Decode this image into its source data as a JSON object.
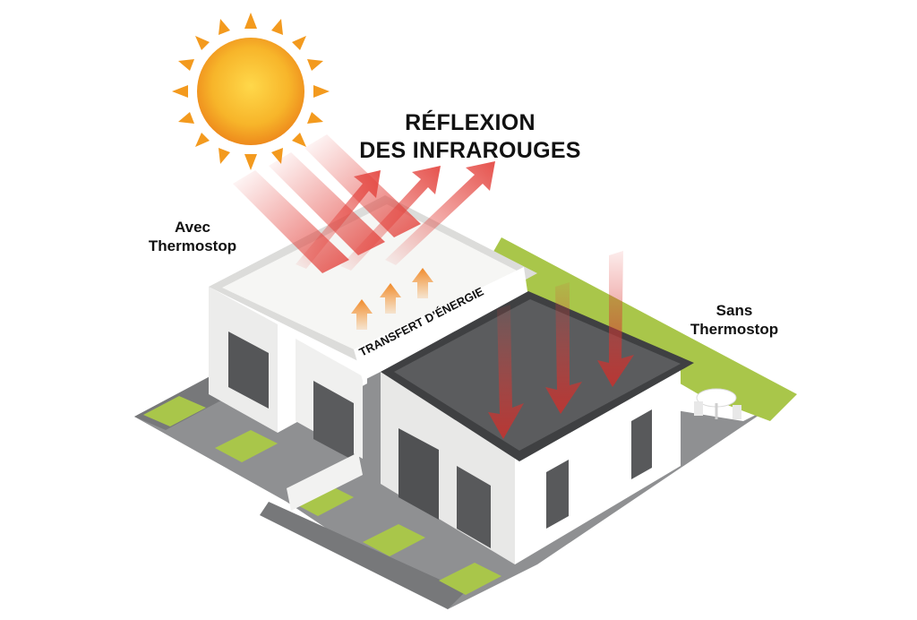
{
  "title": {
    "line1": "RÉFLEXION",
    "line2": "DES INFRAROUGES"
  },
  "label_with": {
    "line1": "Avec",
    "line2": "Thermostop"
  },
  "label_without": {
    "line1": "Sans",
    "line2": "Thermostop"
  },
  "energy_transfer_label": "TRANSFERT D’ÉNERGIE",
  "colors": {
    "sun": "#f5a623",
    "infrared_arrow": "#e3403a",
    "heat_arrow": "#f39a3a",
    "white_roof": "#f6f6f4",
    "dark_roof": "#5b5c5e",
    "wall": "#ffffff",
    "pavement": "#8c8d8f",
    "grass": "#a9c64a"
  },
  "icons": [
    "sun-icon",
    "infrared-arrow-icon",
    "heat-arrow-icon",
    "house-icon",
    "patio-table-icon"
  ]
}
